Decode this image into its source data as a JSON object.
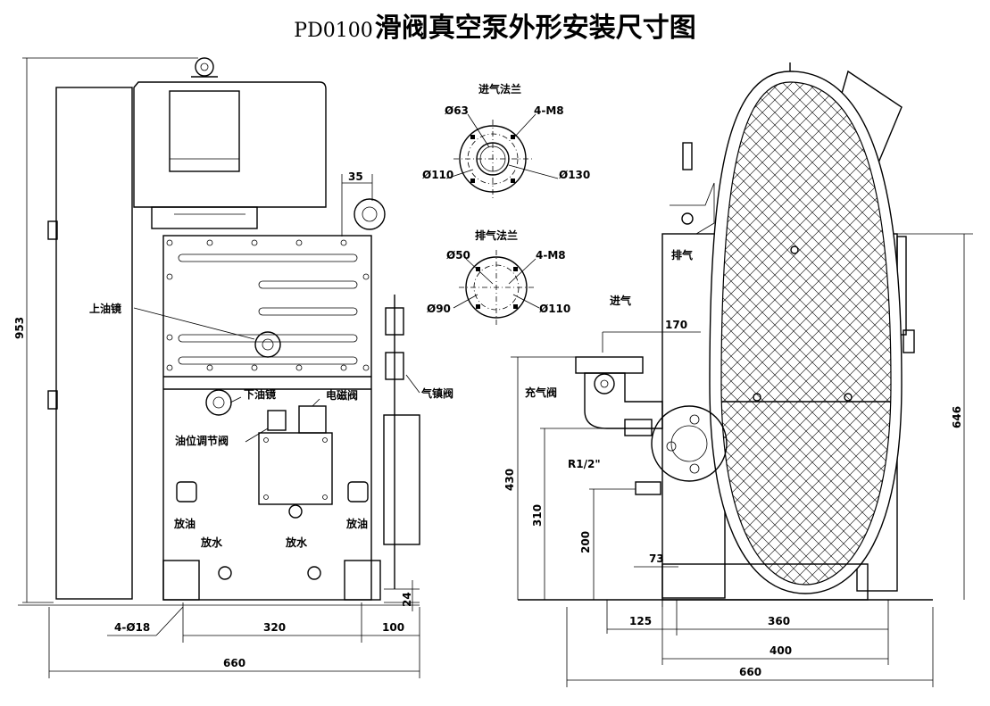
{
  "title": {
    "code": "PD0100",
    "main": "滑阀真空泵外形安装尺寸图"
  },
  "front_view": {
    "labels": {
      "upper_oil_sight": "上油镜",
      "lower_oil_sight": "下油镜",
      "solenoid_valve": "电磁阀",
      "gas_ballast_valve": "气镇阀",
      "oil_level_valve": "油位调节阀",
      "oil_drain_left": "放油",
      "oil_drain_right": "放油",
      "water_drain_left": "放水",
      "water_drain_right": "放水"
    },
    "dims": {
      "height_total": "953",
      "top_offset": "35",
      "foot_height": "24",
      "holes": "4-Ø18",
      "hole_spacing": "320",
      "right_offset": "100",
      "overall_width": "660"
    }
  },
  "inlet_flange": {
    "title": "进气法兰",
    "d_inner": "Ø63",
    "bolts": "4-M8",
    "d_pitch": "Ø110",
    "d_outer": "Ø130"
  },
  "exhaust_flange": {
    "title": "排气法兰",
    "d_inner": "Ø50",
    "bolts": "4-M8",
    "d_pitch": "Ø90",
    "d_outer": "Ø110"
  },
  "side_view": {
    "labels": {
      "exhaust": "排气",
      "inlet": "进气",
      "purge_valve": "充气阀",
      "thread": "R1/2\""
    },
    "dims": {
      "inlet_offset": "170",
      "inlet_height": "430",
      "purge_height": "310",
      "thread_height": "200",
      "thread_offset": "73",
      "exhaust_height": "646",
      "left_offset": "125",
      "foot_span_360": "360",
      "foot_span_400": "400",
      "overall_width": "660"
    }
  }
}
